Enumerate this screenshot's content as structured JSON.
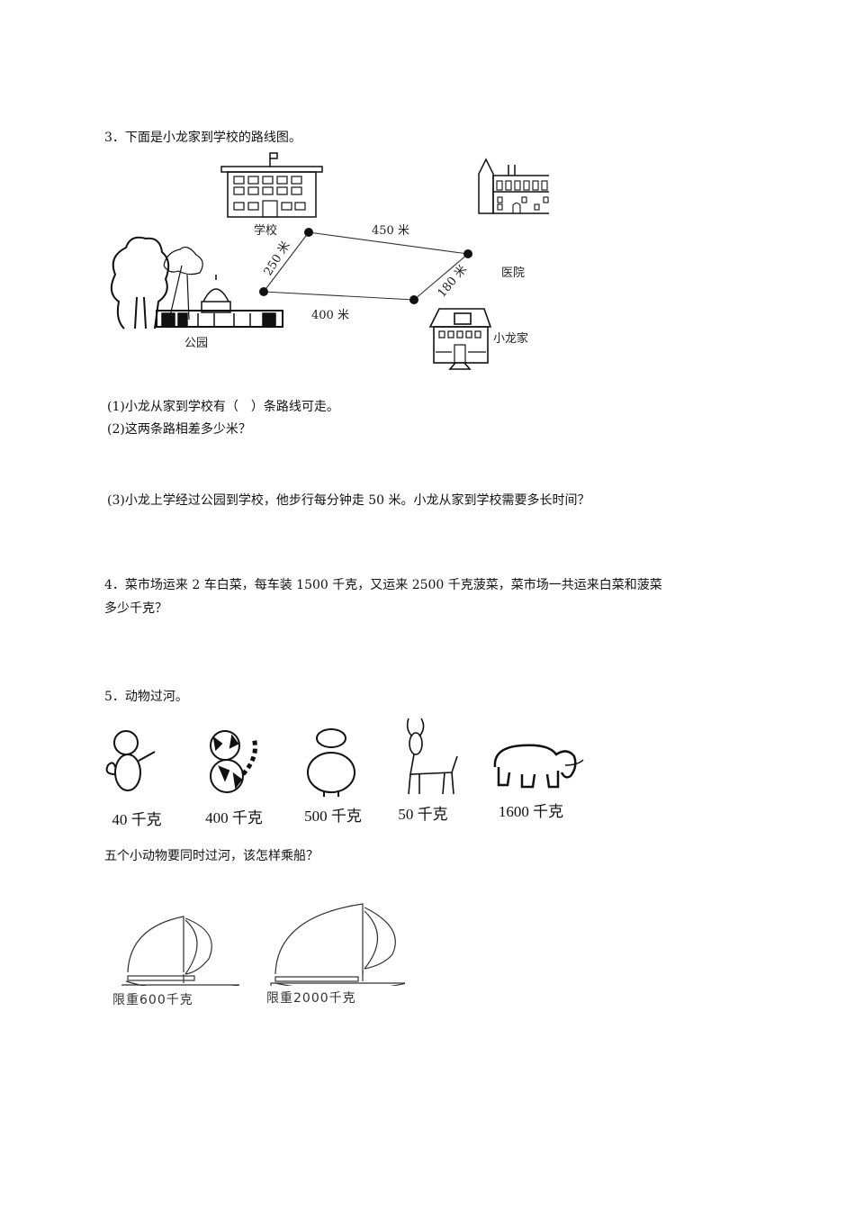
{
  "q3": {
    "title": "3．下面是小龙家到学校的路线图。",
    "map": {
      "places": {
        "school": "学校",
        "hospital": "医院",
        "park": "公园",
        "home": "小龙家"
      },
      "distances": {
        "park_school": "250 米",
        "school_hospital": "450 米",
        "hospital_home": "180 米",
        "home_park": "400 米"
      }
    },
    "sub1": "(1)小龙从家到学校有（　）条路线可走。",
    "sub2": "(2)这两条路相差多少米？",
    "sub3": "(3)小龙上学经过公园到学校，他步行每分钟走 50 米。小龙从家到学校需要多长时间？"
  },
  "q4": {
    "line1": "4．菜市场运来 2 车白菜，每车装 1500 千克，又运来 2500 千克菠菜，菜市场一共运来白菜和菠菜",
    "line2": "多少千克？"
  },
  "q5": {
    "title": "5．动物过河。",
    "animals": [
      {
        "name": "monkey",
        "weight": "40 千克"
      },
      {
        "name": "tiger",
        "weight": "400 千克"
      },
      {
        "name": "cow",
        "weight": "500 千克"
      },
      {
        "name": "goat",
        "weight": "50 千克"
      },
      {
        "name": "elephant",
        "weight": "1600 千克"
      }
    ],
    "question": "五个小动物要同时过河，该怎样乘船？",
    "boats": [
      {
        "limit": "限重600千克"
      },
      {
        "limit": "限重2000千克"
      }
    ]
  }
}
